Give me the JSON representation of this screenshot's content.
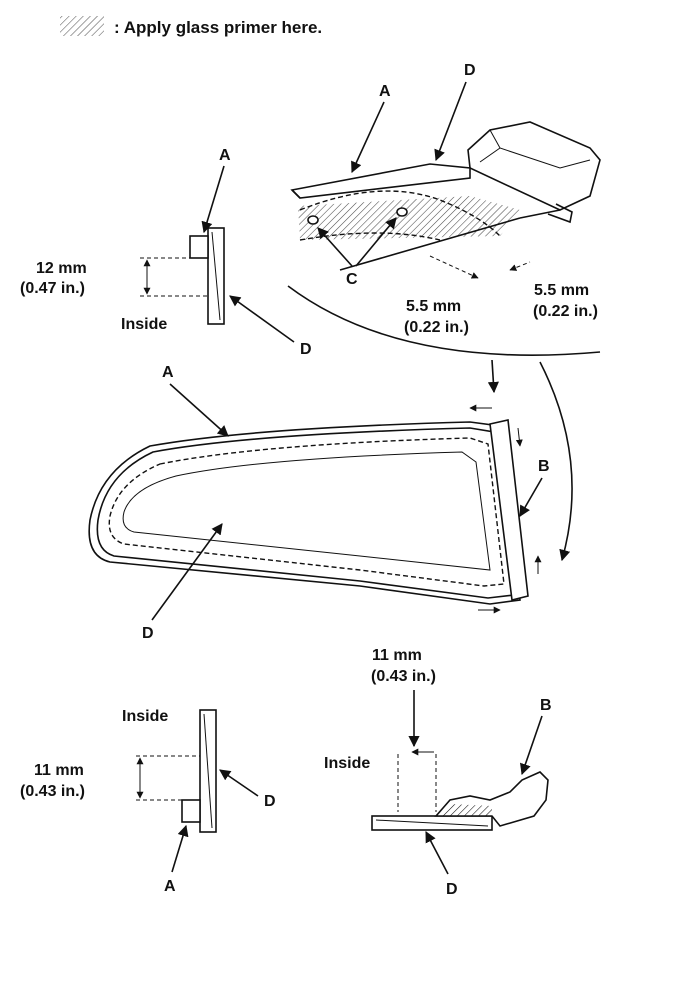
{
  "legend": {
    "text": ": Apply glass primer here."
  },
  "labels": {
    "a": "A",
    "b": "B",
    "c": "C",
    "d": "D",
    "inside": "Inside"
  },
  "dimensions": {
    "d12_mm": "12 mm",
    "d12_in": "(0.47 in.)",
    "d55_mm": "5.5 mm",
    "d55_in": "(0.22 in.)",
    "d11_mm": "11 mm",
    "d11_in": "(0.43 in.)"
  },
  "colors": {
    "ink": "#111111",
    "background": "#ffffff"
  }
}
